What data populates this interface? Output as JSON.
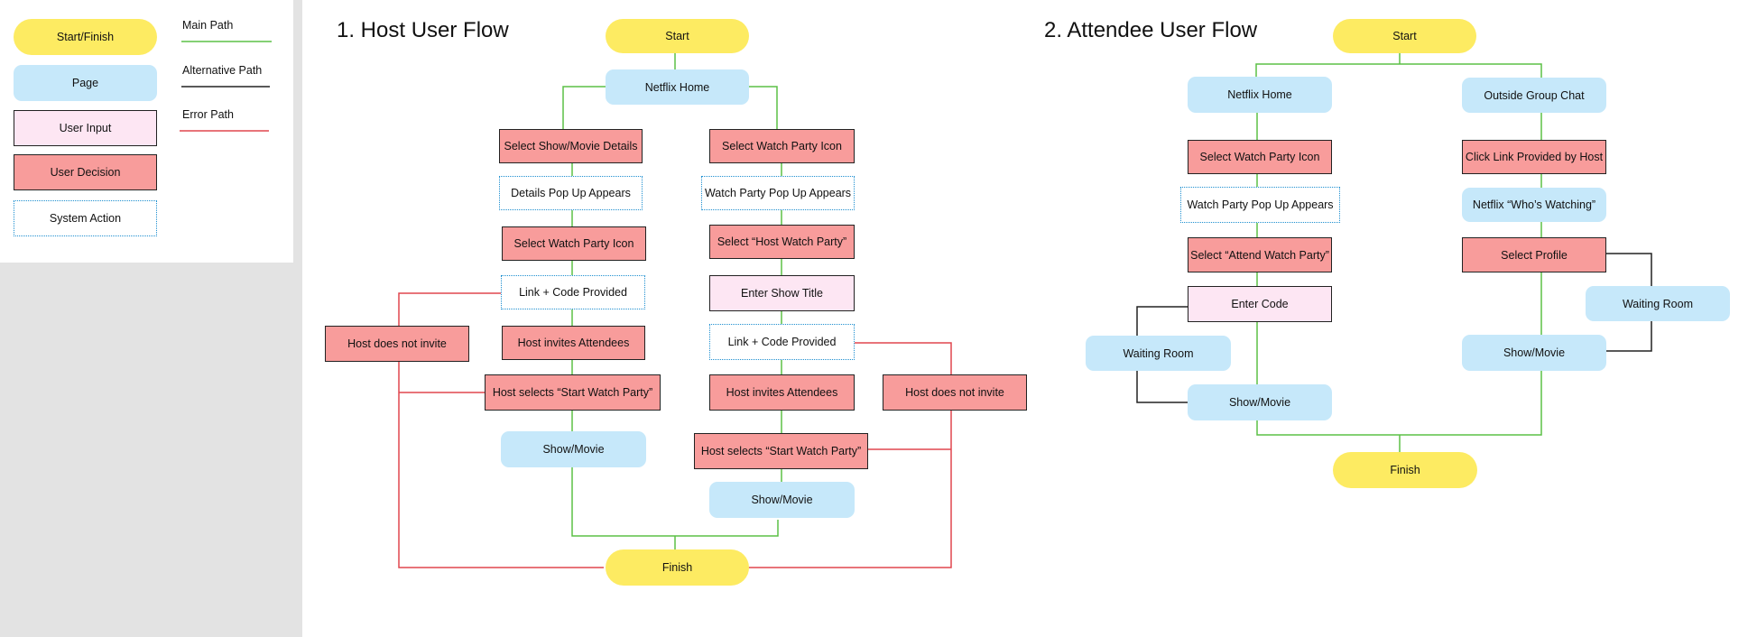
{
  "legend": {
    "node_types": {
      "start_finish": "Start/Finish",
      "page": "Page",
      "user_input": "User Input",
      "user_decision": "User Decision",
      "system_action": "System Action"
    },
    "paths": {
      "main": "Main Path",
      "alternative": "Alternative Path",
      "error": "Error Path"
    }
  },
  "colors": {
    "start_finish": "#fdeb62",
    "page": "#c6e8fa",
    "user_input": "#fde6f3",
    "user_decision": "#f89c9b",
    "system_action_border": "#1e8fd0",
    "main_path": "#5cc046",
    "alternative_path": "#222222",
    "error_path": "#e0464e"
  },
  "host_flow": {
    "title": "1. Host User Flow",
    "start": "Start",
    "netflix_home": "Netflix Home",
    "left": {
      "select_details": "Select Show/Movie Details",
      "details_popup": "Details Pop Up Appears",
      "select_wp_icon": "Select Watch Party Icon",
      "link_code": "Link + Code Provided",
      "host_invites": "Host invites Attendees",
      "start_wp": "Host selects “Start Watch Party”",
      "show_movie": "Show/Movie",
      "not_invite": "Host does not invite"
    },
    "right": {
      "select_wp_icon": "Select Watch Party Icon",
      "wp_popup": "Watch Party Pop Up Appears",
      "host_wp": "Select “Host Watch Party”",
      "enter_title": "Enter Show Title",
      "link_code": "Link + Code Provided",
      "host_invites": "Host invites Attendees",
      "start_wp": "Host selects “Start Watch Party”",
      "show_movie": "Show/Movie",
      "not_invite": "Host does not invite"
    },
    "finish": "Finish"
  },
  "attendee_flow": {
    "title": "2. Attendee User Flow",
    "start": "Start",
    "left": {
      "netflix_home": "Netflix Home",
      "select_wp_icon": "Select Watch Party Icon",
      "wp_popup": "Watch Party Pop Up Appears",
      "attend_wp": "Select “Attend Watch Party”",
      "enter_code": "Enter Code",
      "waiting_room": "Waiting Room",
      "show_movie": "Show/Movie"
    },
    "right": {
      "outside_chat": "Outside Group Chat",
      "click_link": "Click Link Provided by Host",
      "whos_watching": "Netflix “Who’s Watching”",
      "select_profile": "Select Profile",
      "waiting_room": "Waiting Room",
      "show_movie": "Show/Movie"
    },
    "finish": "Finish"
  }
}
